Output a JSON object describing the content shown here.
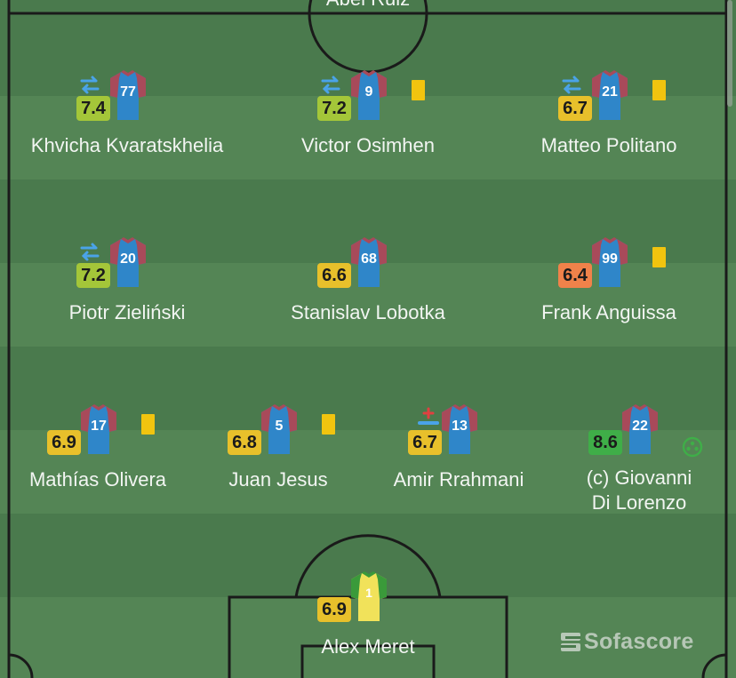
{
  "opponent_top": {
    "name": "Abel Ruiz"
  },
  "brand": {
    "name": "Sofascore"
  },
  "colors": {
    "pitch_dark": "#4a7a4d",
    "pitch_light": "#548555",
    "line": "#1a1a1a",
    "jersey_blue": "#2f86c9",
    "jersey_maroon": "#a84a5a",
    "gk_yellow": "#f1e25a",
    "gk_green": "#3a9a3a",
    "rating_yellowgreen": "#a4c639",
    "rating_yellow": "#e8c02b",
    "rating_orange": "#f0824a",
    "rating_green": "#3fae48",
    "card_yellow": "#f1c40f",
    "sub_blue": "#4aa3e8"
  },
  "players": [
    {
      "name": "Khvicha Kvaratskhelia",
      "number": "77",
      "rating": "7.4",
      "rating_color": "#a4c639",
      "subbed": true,
      "yellow_card": false,
      "goal": false,
      "injury": false,
      "gk": false
    },
    {
      "name": "Victor Osimhen",
      "number": "9",
      "rating": "7.2",
      "rating_color": "#a4c639",
      "subbed": true,
      "yellow_card": true,
      "goal": false,
      "injury": false,
      "gk": false
    },
    {
      "name": "Matteo Politano",
      "number": "21",
      "rating": "6.7",
      "rating_color": "#e8c02b",
      "subbed": true,
      "yellow_card": true,
      "goal": false,
      "injury": false,
      "gk": false
    },
    {
      "name": "Piotr Zieliński",
      "number": "20",
      "rating": "7.2",
      "rating_color": "#a4c639",
      "subbed": true,
      "yellow_card": false,
      "goal": false,
      "injury": false,
      "gk": false
    },
    {
      "name": "Stanislav Lobotka",
      "number": "68",
      "rating": "6.6",
      "rating_color": "#e8c02b",
      "subbed": false,
      "yellow_card": false,
      "goal": false,
      "injury": false,
      "gk": false
    },
    {
      "name": "Frank Anguissa",
      "number": "99",
      "rating": "6.4",
      "rating_color": "#f0824a",
      "subbed": false,
      "yellow_card": true,
      "goal": false,
      "injury": false,
      "gk": false
    },
    {
      "name": "Mathías Olivera",
      "number": "17",
      "rating": "6.9",
      "rating_color": "#e8c02b",
      "subbed": false,
      "yellow_card": true,
      "goal": false,
      "injury": false,
      "gk": false
    },
    {
      "name": "Juan Jesus",
      "number": "5",
      "rating": "6.8",
      "rating_color": "#e8c02b",
      "subbed": false,
      "yellow_card": true,
      "goal": false,
      "injury": false,
      "gk": false
    },
    {
      "name": "Amir Rrahmani",
      "number": "13",
      "rating": "6.7",
      "rating_color": "#e8c02b",
      "subbed": false,
      "yellow_card": false,
      "goal": false,
      "injury": true,
      "gk": false
    },
    {
      "name": "(c) Giovanni Di Lorenzo",
      "number": "22",
      "rating": "8.6",
      "rating_color": "#3fae48",
      "subbed": false,
      "yellow_card": false,
      "goal": true,
      "injury": false,
      "gk": false
    },
    {
      "name": "Alex Meret",
      "number": "1",
      "rating": "6.9",
      "rating_color": "#e8c02b",
      "subbed": false,
      "yellow_card": false,
      "goal": false,
      "injury": false,
      "gk": true
    }
  ]
}
